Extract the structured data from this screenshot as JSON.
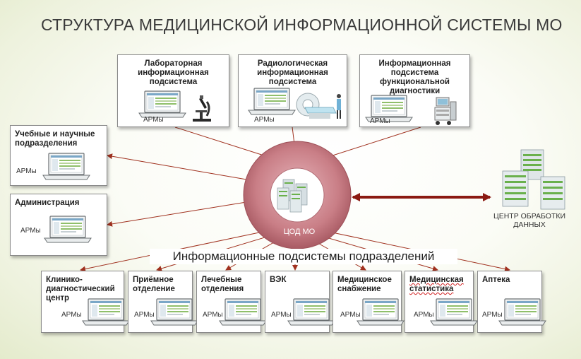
{
  "title": "СТРУКТУРА МЕДИЦИНСКОЙ ИНФОРМАЦИОННОЙ СИСТЕМЫ МО",
  "center": {
    "label": "ЦОД МО"
  },
  "data_center": {
    "label_line1": "ЦЕНТР ОБРАБОТКИ",
    "label_line2": "ДАННЫХ"
  },
  "dept_caption": "Информационные подсистемы подразделений",
  "arm_label": "АРМы",
  "top_boxes": [
    {
      "line1": "Лабораторная",
      "line2": "информационная",
      "line3": "подсистема",
      "line4": ""
    },
    {
      "line1": "Радиологическая",
      "line2": "информационная",
      "line3": "подсистема",
      "line4": ""
    },
    {
      "line1": "Информационная",
      "line2": "подсистема",
      "line3": "функциональной",
      "line4": "диагностики"
    }
  ],
  "left_boxes": [
    {
      "line1": "Учебные и научные",
      "line2": "подразделения"
    },
    {
      "line1": "Администрация",
      "line2": ""
    }
  ],
  "bottom_boxes": [
    {
      "line1": "Клинико-",
      "line2": "диагностический",
      "line3": "центр"
    },
    {
      "line1": "Приёмное",
      "line2": "отделение",
      "line3": ""
    },
    {
      "line1": "Лечебные",
      "line2": "отделения",
      "line3": ""
    },
    {
      "line1": "ВЭК",
      "line2": "",
      "line3": ""
    },
    {
      "line1": "Медицинское",
      "line2": "снабжение",
      "line3": ""
    },
    {
      "line1": "Медицинская",
      "line2": "статистика",
      "line3": ""
    },
    {
      "line1": "Аптека",
      "line2": "",
      "line3": ""
    }
  ],
  "colors": {
    "arrow": "#a0311f",
    "ring_outer": "#c77a80",
    "ring_inner": "#f2dcdf",
    "link": "#8b1a12"
  }
}
